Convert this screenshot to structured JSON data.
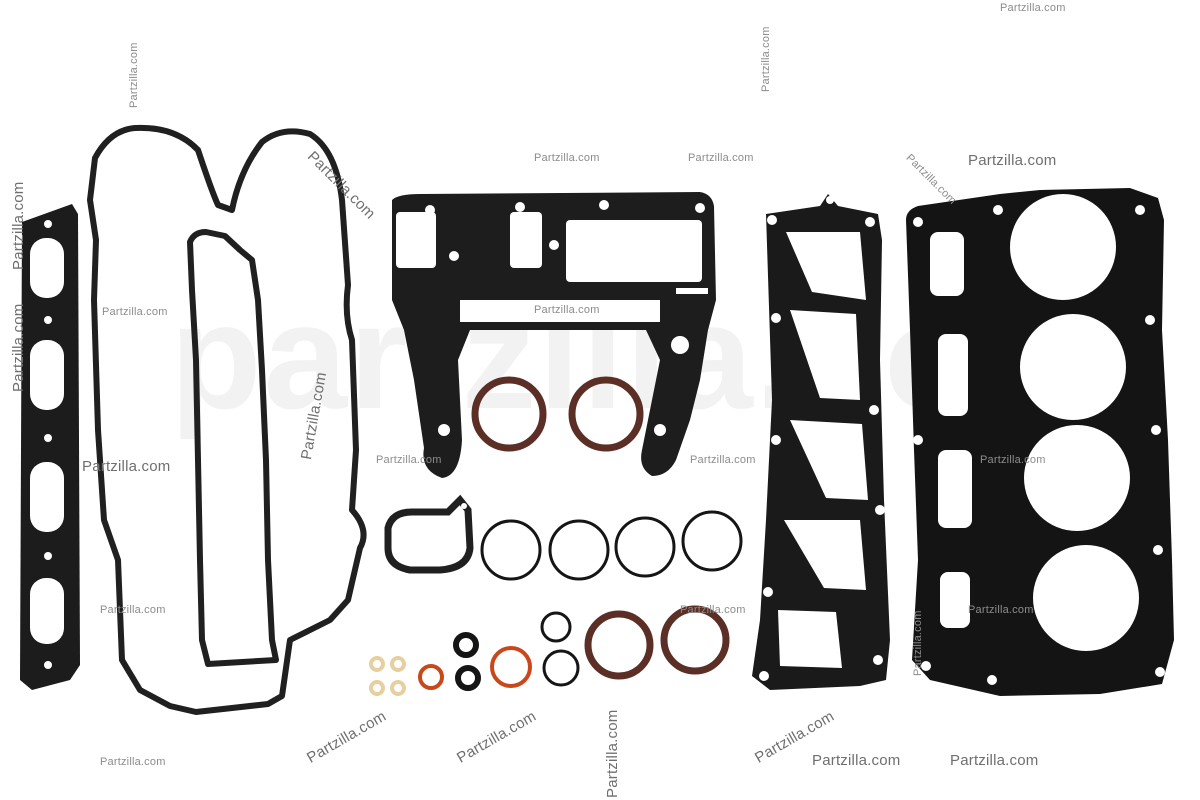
{
  "image": {
    "subject": "outboard engine gasket kit",
    "background_color": "#ffffff",
    "gasket_color": "#1a1a1a",
    "brown_seal_color": "#5b2e26",
    "orange_ring_color": "#c8481c",
    "copper_washer_color": "#e6cfa0"
  },
  "watermarks": {
    "large": "partzilla.com",
    "items": [
      "Partzilla.com",
      "Partzilla.com",
      "Partzilla.com",
      "Partzilla.com",
      "Partzilla.com",
      "Partzilla.com",
      "Partzilla.com",
      "Partzilla.com",
      "Partzilla.com",
      "Partzilla.com",
      "Partzilla.com",
      "Partzilla.com",
      "Partzilla.com",
      "Partzilla.com",
      "Partzilla.com",
      "Partzilla.com",
      "Partzilla.com",
      "Partzilla.com",
      "Partzilla.com",
      "Partzilla.com",
      "Partzilla.com",
      "Partzilla.com",
      "Partzilla.com",
      "Partzilla.com",
      "Partzilla.com",
      "Partzilla.com",
      "Partzilla.com",
      "Partzilla.com"
    ]
  }
}
